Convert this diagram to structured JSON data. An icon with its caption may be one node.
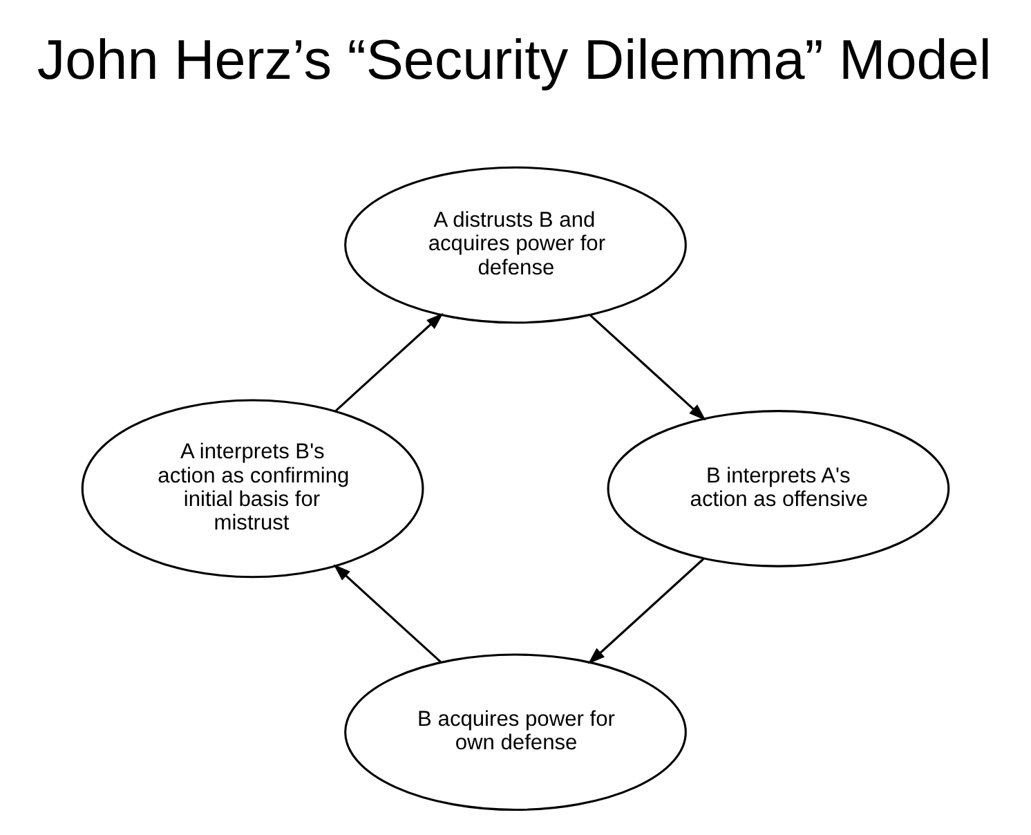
{
  "diagram": {
    "title": "John Herz’s “Security Dilemma” Model",
    "nodes": [
      {
        "text": [
          "A distrusts B and acquires power for defense"
        ]
      },
      {
        "text": [
          "B interprets A's action as offensive"
        ]
      },
      {
        "text": [
          "B acquires power for own defense"
        ]
      },
      {
        "text": [
          "A interprets B's action as confirming initial basis for mistrust"
        ]
      }
    ],
    "edges": [
      {
        "from": 0,
        "to": 1,
        "arrow": "to"
      },
      {
        "from": 1,
        "to": 2,
        "arrow": "to"
      },
      {
        "from": 2,
        "to": 3,
        "arrow": "to"
      },
      {
        "from": 3,
        "to": 0,
        "arrow": "to"
      }
    ]
  }
}
